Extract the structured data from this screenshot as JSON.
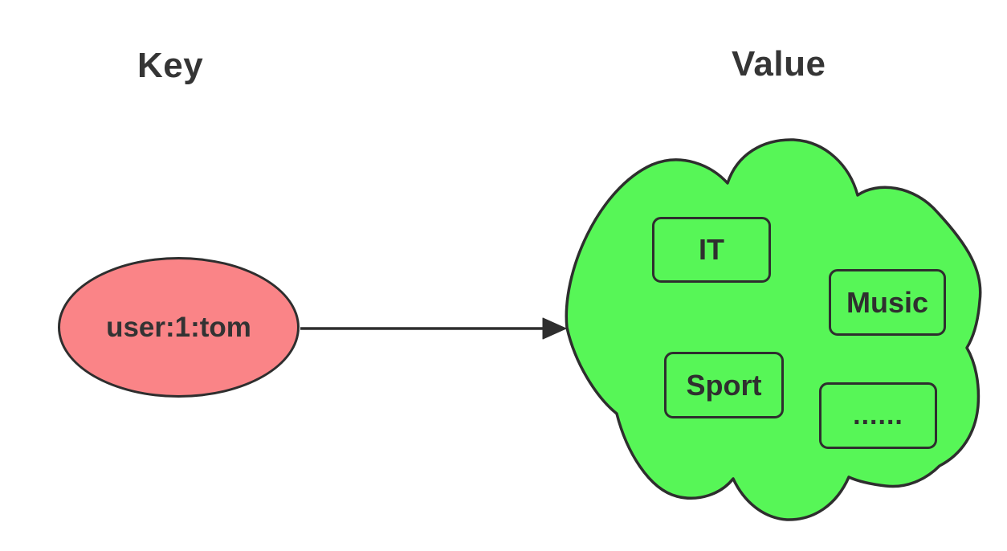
{
  "diagram": {
    "key_heading": "Key",
    "value_heading": "Value",
    "key_node": {
      "text": "user:1:tom"
    },
    "value_items": [
      {
        "label": "IT"
      },
      {
        "label": "Music"
      },
      {
        "label": "Sport"
      },
      {
        "label": "......"
      }
    ],
    "colors": {
      "key_fill": "#FA8487",
      "value_fill": "#57F657",
      "stroke": "#2e2e2e",
      "text": "#353535"
    }
  }
}
